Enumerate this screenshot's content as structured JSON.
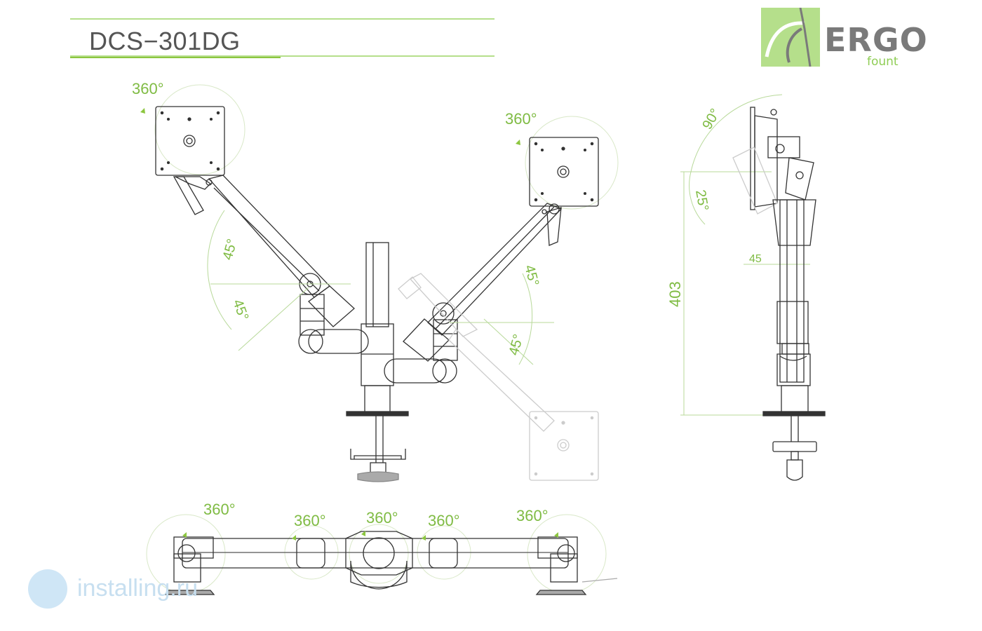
{
  "header": {
    "model": "DCS−301DG"
  },
  "brand": {
    "name": "ERGO",
    "sub": "fount"
  },
  "annotations": {
    "left_rotation": "360°",
    "right_rotation": "360°",
    "left_arm_upper": "45°",
    "left_arm_lower": "45°",
    "right_arm_upper": "45°",
    "right_arm_lower": "45°",
    "side_tilt_up": "90°",
    "side_tilt_down": "25°",
    "side_depth": "45",
    "side_height": "403",
    "top_1": "360°",
    "top_2": "360°",
    "top_3": "360°",
    "top_4": "360°",
    "top_5": "360°"
  },
  "watermark": {
    "text": "installing.ru"
  },
  "colors": {
    "accent": "#8cc63f",
    "line": "#333333",
    "ghost": "#c8c8c8",
    "logo_bg": "#b5df8b"
  }
}
